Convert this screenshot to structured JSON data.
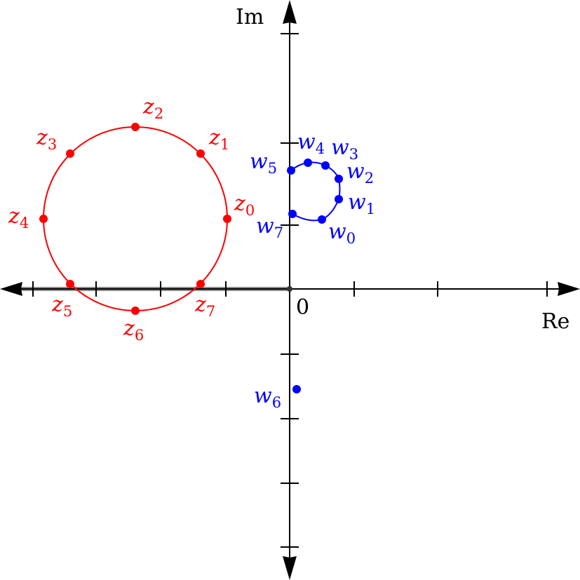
{
  "axes": {
    "x_label": "Re",
    "y_label": "Im",
    "origin_label": "0"
  },
  "colors": {
    "z": "#ff0000",
    "w": "#0000ff",
    "axis": "#000000",
    "segment": "#8c8c8c"
  },
  "z_points": [
    {
      "name": "z",
      "sub": "0"
    },
    {
      "name": "z",
      "sub": "1"
    },
    {
      "name": "z",
      "sub": "2"
    },
    {
      "name": "z",
      "sub": "3"
    },
    {
      "name": "z",
      "sub": "4"
    },
    {
      "name": "z",
      "sub": "5"
    },
    {
      "name": "z",
      "sub": "6"
    },
    {
      "name": "z",
      "sub": "7"
    }
  ],
  "w_points": [
    {
      "name": "w",
      "sub": "0"
    },
    {
      "name": "w",
      "sub": "1"
    },
    {
      "name": "w",
      "sub": "2"
    },
    {
      "name": "w",
      "sub": "3"
    },
    {
      "name": "w",
      "sub": "4"
    },
    {
      "name": "w",
      "sub": "5"
    },
    {
      "name": "w",
      "sub": "6"
    },
    {
      "name": "w",
      "sub": "7"
    }
  ]
}
